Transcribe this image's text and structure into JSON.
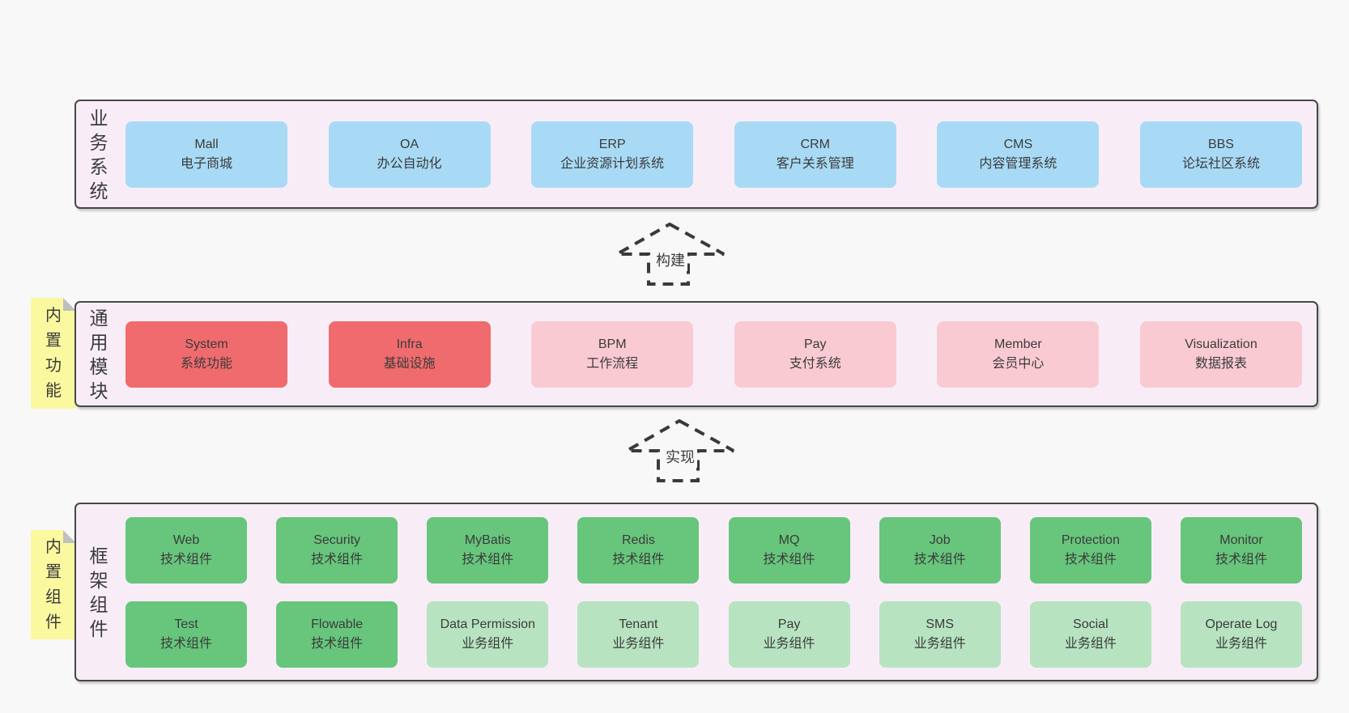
{
  "colors": {
    "page_bg": "#f8f8f8",
    "panel_bg": "#f8edf7",
    "panel_border": "#474747",
    "box_blue": "#a8daf5",
    "box_red": "#f06b6d",
    "box_pink": "#facad3",
    "box_green_dark": "#67c67c",
    "box_green_light": "#b7e3c1",
    "sticky_yellow": "#fbf9a0",
    "sticky_fold_gray": "#bfbfbf",
    "text": "#3b3b3b"
  },
  "layers": {
    "business": {
      "side_label": "业务系统",
      "boxes": [
        {
          "title": "Mall",
          "subtitle": "电子商城"
        },
        {
          "title": "OA",
          "subtitle": "办公自动化"
        },
        {
          "title": "ERP",
          "subtitle": "企业资源计划系统"
        },
        {
          "title": "CRM",
          "subtitle": "客户关系管理"
        },
        {
          "title": "CMS",
          "subtitle": "内容管理系统"
        },
        {
          "title": "BBS",
          "subtitle": "论坛社区系统"
        }
      ]
    },
    "modules": {
      "side_label": "通用模块",
      "sticky_label": "内置功能",
      "boxes": [
        {
          "title": "System",
          "subtitle": "系统功能",
          "variant": "red"
        },
        {
          "title": "Infra",
          "subtitle": "基础设施",
          "variant": "red"
        },
        {
          "title": "BPM",
          "subtitle": "工作流程",
          "variant": "pink"
        },
        {
          "title": "Pay",
          "subtitle": "支付系统",
          "variant": "pink"
        },
        {
          "title": "Member",
          "subtitle": "会员中心",
          "variant": "pink"
        },
        {
          "title": "Visualization",
          "subtitle": "数据报表",
          "variant": "pink"
        }
      ]
    },
    "components": {
      "side_label": "框架组件",
      "sticky_label": "内置组件",
      "row1": [
        {
          "title": "Web",
          "subtitle": "技术组件",
          "variant": "green-dark"
        },
        {
          "title": "Security",
          "subtitle": "技术组件",
          "variant": "green-dark"
        },
        {
          "title": "MyBatis",
          "subtitle": "技术组件",
          "variant": "green-dark"
        },
        {
          "title": "Redis",
          "subtitle": "技术组件",
          "variant": "green-dark"
        },
        {
          "title": "MQ",
          "subtitle": "技术组件",
          "variant": "green-dark"
        },
        {
          "title": "Job",
          "subtitle": "技术组件",
          "variant": "green-dark"
        },
        {
          "title": "Protection",
          "subtitle": "技术组件",
          "variant": "green-dark"
        },
        {
          "title": "Monitor",
          "subtitle": "技术组件",
          "variant": "green-dark"
        }
      ],
      "row2": [
        {
          "title": "Test",
          "subtitle": "技术组件",
          "variant": "green-dark"
        },
        {
          "title": "Flowable",
          "subtitle": "技术组件",
          "variant": "green-dark"
        },
        {
          "title": "Data Permission",
          "subtitle": "业务组件",
          "variant": "green-light"
        },
        {
          "title": "Tenant",
          "subtitle": "业务组件",
          "variant": "green-light"
        },
        {
          "title": "Pay",
          "subtitle": "业务组件",
          "variant": "green-light"
        },
        {
          "title": "SMS",
          "subtitle": "业务组件",
          "variant": "green-light"
        },
        {
          "title": "Social",
          "subtitle": "业务组件",
          "variant": "green-light"
        },
        {
          "title": "Operate Log",
          "subtitle": "业务组件",
          "variant": "green-light"
        }
      ]
    }
  },
  "arrows": {
    "build": {
      "label": "构建"
    },
    "implement": {
      "label": "实现"
    }
  }
}
